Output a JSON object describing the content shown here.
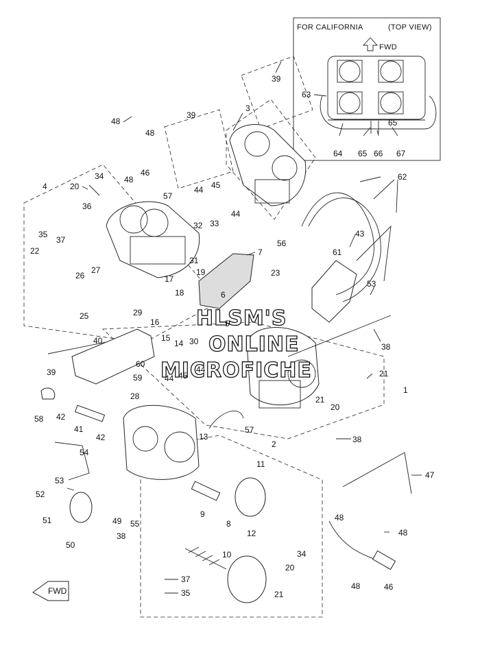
{
  "inset": {
    "title_left": "FOR CALIFORNIA",
    "title_right": "(TOP VIEW)",
    "fwd_label": "FWD"
  },
  "watermark": {
    "line1": "HLSM'S",
    "line2": "ONLINE",
    "line3": "MICROFICHE"
  },
  "fwd_arrow_label": "FWD",
  "callouts": [
    {
      "id": "c39a",
      "text": "39"
    },
    {
      "id": "c63",
      "text": "63"
    },
    {
      "id": "c65a",
      "text": "65"
    },
    {
      "id": "c64",
      "text": "64"
    },
    {
      "id": "c65b",
      "text": "65"
    },
    {
      "id": "c66",
      "text": "66"
    },
    {
      "id": "c67",
      "text": "67"
    },
    {
      "id": "c3",
      "text": "3"
    },
    {
      "id": "c48a",
      "text": "48"
    },
    {
      "id": "c39b",
      "text": "39"
    },
    {
      "id": "c48b",
      "text": "48"
    },
    {
      "id": "c46a",
      "text": "46"
    },
    {
      "id": "c48c",
      "text": "48"
    },
    {
      "id": "c4",
      "text": "4"
    },
    {
      "id": "c20a",
      "text": "20"
    },
    {
      "id": "c34a",
      "text": "34"
    },
    {
      "id": "c57a",
      "text": "57"
    },
    {
      "id": "c44a",
      "text": "44"
    },
    {
      "id": "c45a",
      "text": "45"
    },
    {
      "id": "c62",
      "text": "62"
    },
    {
      "id": "c36",
      "text": "36"
    },
    {
      "id": "c35a",
      "text": "35"
    },
    {
      "id": "c37a",
      "text": "37"
    },
    {
      "id": "c44b",
      "text": "44"
    },
    {
      "id": "c32",
      "text": "32"
    },
    {
      "id": "c33",
      "text": "33"
    },
    {
      "id": "c43",
      "text": "43"
    },
    {
      "id": "c56",
      "text": "56"
    },
    {
      "id": "c22",
      "text": "22"
    },
    {
      "id": "c26",
      "text": "26"
    },
    {
      "id": "c27",
      "text": "27"
    },
    {
      "id": "c31",
      "text": "31"
    },
    {
      "id": "c7",
      "text": "7"
    },
    {
      "id": "c61",
      "text": "61"
    },
    {
      "id": "c19",
      "text": "19"
    },
    {
      "id": "c23",
      "text": "23"
    },
    {
      "id": "c17",
      "text": "17"
    },
    {
      "id": "c53a",
      "text": "53"
    },
    {
      "id": "c18",
      "text": "18"
    },
    {
      "id": "c6",
      "text": "6"
    },
    {
      "id": "c29",
      "text": "29"
    },
    {
      "id": "c25",
      "text": "25"
    },
    {
      "id": "c16",
      "text": "16"
    },
    {
      "id": "c5",
      "text": "5"
    },
    {
      "id": "c15",
      "text": "15"
    },
    {
      "id": "c14",
      "text": "14"
    },
    {
      "id": "c30",
      "text": "30"
    },
    {
      "id": "c38a",
      "text": "38"
    },
    {
      "id": "c40",
      "text": "40"
    },
    {
      "id": "c39c",
      "text": "39"
    },
    {
      "id": "c60",
      "text": "60"
    },
    {
      "id": "c59",
      "text": "59"
    },
    {
      "id": "c44c",
      "text": "44"
    },
    {
      "id": "c45b",
      "text": "45"
    },
    {
      "id": "c44d",
      "text": "44"
    },
    {
      "id": "c21a",
      "text": "21"
    },
    {
      "id": "c1",
      "text": "1"
    },
    {
      "id": "c28",
      "text": "28"
    },
    {
      "id": "c21b",
      "text": "21"
    },
    {
      "id": "c20b",
      "text": "20"
    },
    {
      "id": "c58",
      "text": "58"
    },
    {
      "id": "c42a",
      "text": "42"
    },
    {
      "id": "c41",
      "text": "41"
    },
    {
      "id": "c42b",
      "text": "42"
    },
    {
      "id": "c13",
      "text": "13"
    },
    {
      "id": "c57b",
      "text": "57"
    },
    {
      "id": "c38b",
      "text": "38"
    },
    {
      "id": "c2",
      "text": "2"
    },
    {
      "id": "c54",
      "text": "54"
    },
    {
      "id": "c11",
      "text": "11"
    },
    {
      "id": "c47",
      "text": "47"
    },
    {
      "id": "c53b",
      "text": "53"
    },
    {
      "id": "c52",
      "text": "52"
    },
    {
      "id": "c9",
      "text": "9"
    },
    {
      "id": "c48d",
      "text": "48"
    },
    {
      "id": "c51",
      "text": "51"
    },
    {
      "id": "c49",
      "text": "49"
    },
    {
      "id": "c55",
      "text": "55"
    },
    {
      "id": "c8",
      "text": "8"
    },
    {
      "id": "c12",
      "text": "12"
    },
    {
      "id": "c48e",
      "text": "48"
    },
    {
      "id": "c50",
      "text": "50"
    },
    {
      "id": "c38c",
      "text": "38"
    },
    {
      "id": "c10",
      "text": "10"
    },
    {
      "id": "c34b",
      "text": "34"
    },
    {
      "id": "c20c",
      "text": "20"
    },
    {
      "id": "c48f",
      "text": "48"
    },
    {
      "id": "c46b",
      "text": "46"
    },
    {
      "id": "c37b",
      "text": "37"
    },
    {
      "id": "c21c",
      "text": "21"
    },
    {
      "id": "c35b",
      "text": "35"
    }
  ]
}
